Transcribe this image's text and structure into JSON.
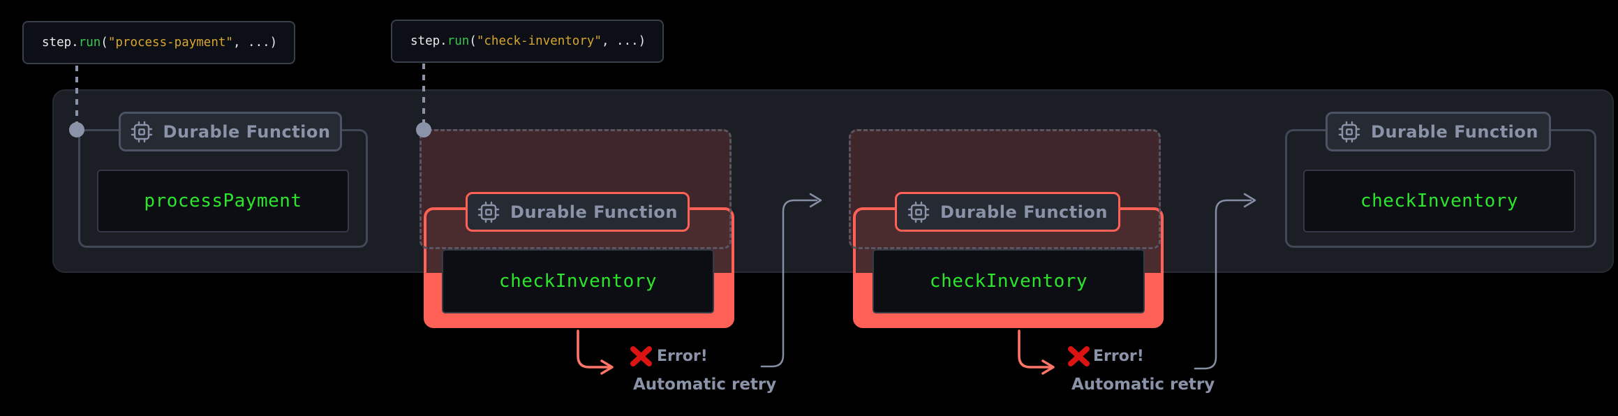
{
  "snippets": [
    {
      "tokens": [
        {
          "text": "step."
        },
        {
          "text": "run"
        },
        {
          "text": "("
        },
        {
          "text": "\"process-payment\""
        },
        {
          "text": ", ...)"
        }
      ]
    },
    {
      "tokens": [
        {
          "text": "step."
        },
        {
          "text": "run"
        },
        {
          "text": "("
        },
        {
          "text": "\"check-inventory\""
        },
        {
          "text": ", ...)"
        }
      ]
    }
  ],
  "blocks": [
    {
      "badge": "Durable Function",
      "fn": "processPayment",
      "state": "success"
    },
    {
      "badge": "Durable Function",
      "fn": "checkInventory",
      "state": "failed-attempt"
    },
    {
      "badge": "Durable Function",
      "fn": "checkInventory",
      "state": "failed-attempt"
    },
    {
      "badge": "Durable Function",
      "fn": "checkInventory",
      "state": "success"
    }
  ],
  "errors": [
    {
      "title": "Error!",
      "subtitle": "Automatic retry"
    },
    {
      "title": "Error!",
      "subtitle": "Automatic retry"
    }
  ],
  "icons": {
    "badge_icon": "cpu-icon",
    "error_icon": "x-mark-icon",
    "connector": "dashed-line-with-dot"
  },
  "colors": {
    "background": "#000000",
    "container_bg": "#1b1e25",
    "salmon": "#ff6156",
    "fn_green": "#2ce52c",
    "code_green": "#3cc352",
    "code_gold": "#d8a62e",
    "gray": "#8b93a8",
    "error_red": "#dc1313",
    "ghost_maroon": "#3e262a"
  }
}
